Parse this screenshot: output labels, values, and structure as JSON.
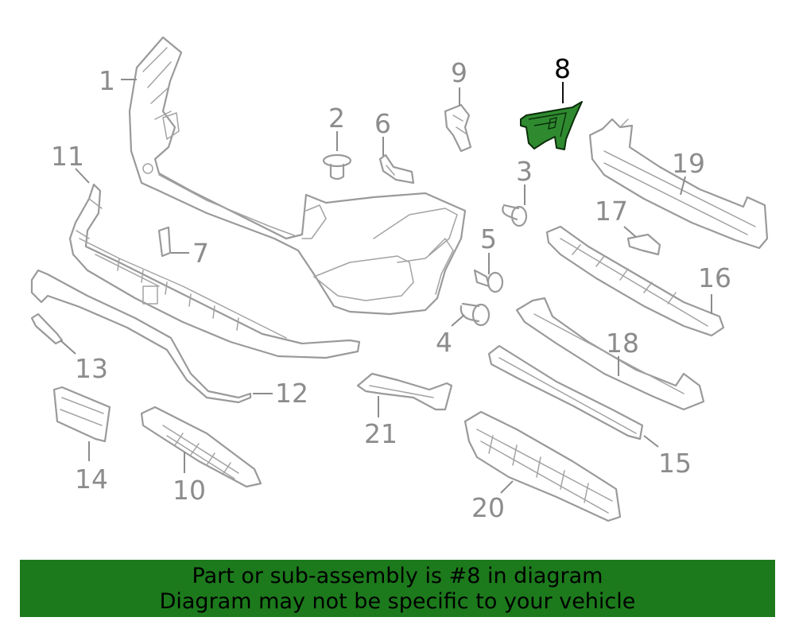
{
  "diagram": {
    "highlighted_part": "8",
    "highlight_color": "#2f8a2f",
    "callouts": [
      "1",
      "2",
      "3",
      "4",
      "5",
      "6",
      "7",
      "8",
      "9",
      "10",
      "11",
      "12",
      "13",
      "14",
      "15",
      "16",
      "17",
      "18",
      "19",
      "20",
      "21"
    ]
  },
  "banner": {
    "line1": "Part or sub-assembly is #8 in diagram",
    "line2": "Diagram may not be specific to your vehicle",
    "background": "#1c7a1c"
  }
}
